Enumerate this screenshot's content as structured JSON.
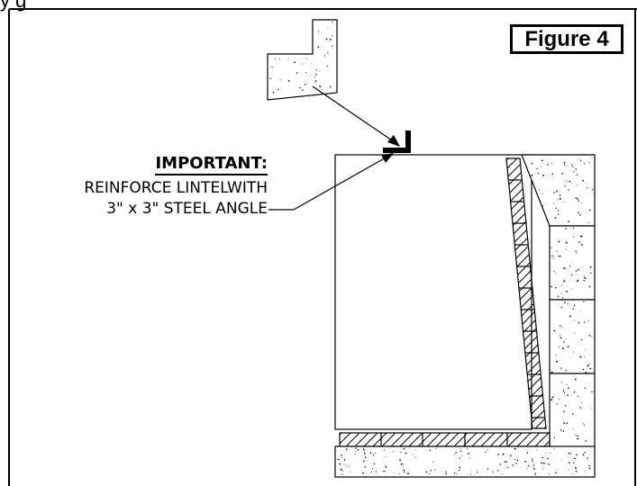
{
  "header": {
    "caption": "y   g"
  },
  "figure": {
    "label": "Figure 4"
  },
  "note": {
    "title": "IMPORTANT:",
    "line1": "REINFORCE LINTELWITH",
    "line2": "3\" x 3\" STEEL ANGLE"
  },
  "colors": {
    "ink": "#000000",
    "paper": "#ffffff"
  }
}
